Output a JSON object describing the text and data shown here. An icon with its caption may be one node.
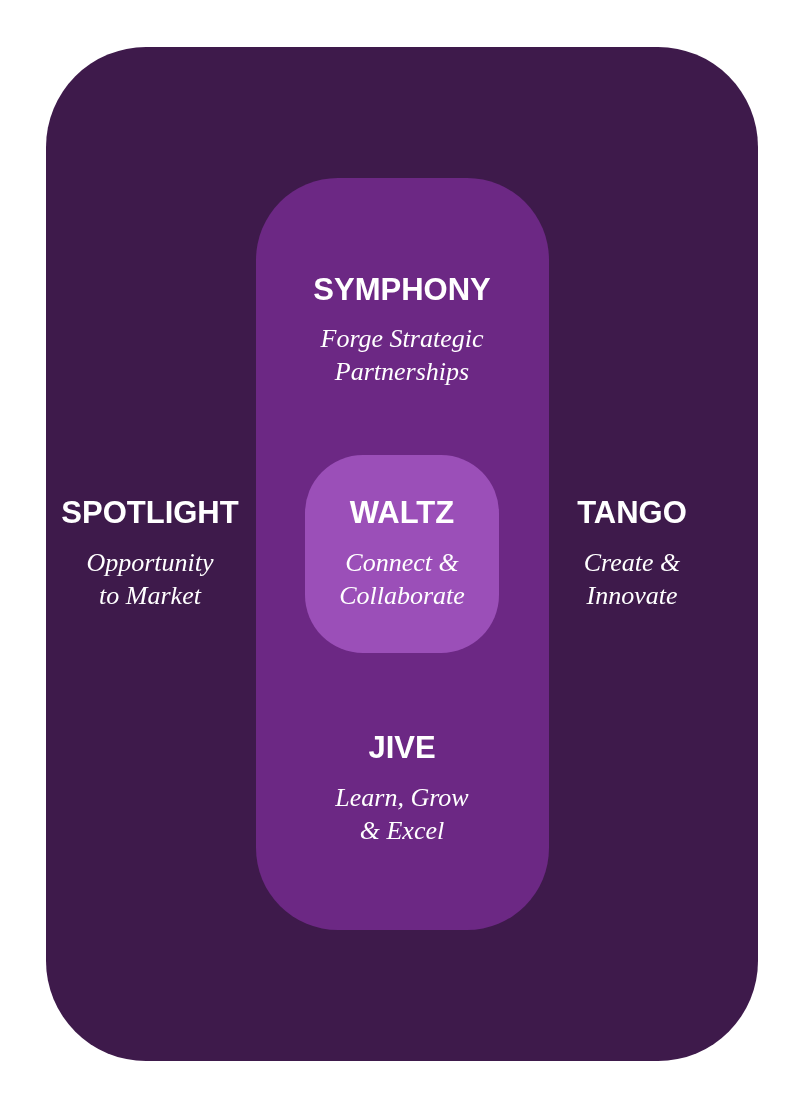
{
  "diagram": {
    "nodes": [
      {
        "text": [
          "SPOTLIGHT",
          "Opportunity to Market",
          "TANGO",
          "Create & Innovate"
        ]
      },
      {
        "text": [
          "SYMPHONY",
          "Forge Strategic Partnerships",
          "JIVE",
          "Learn, Grow & Excel"
        ],
        "in": 0
      },
      {
        "text": [
          "WALTZ",
          "Connect & Collaborate"
        ],
        "in": 1
      }
    ]
  }
}
